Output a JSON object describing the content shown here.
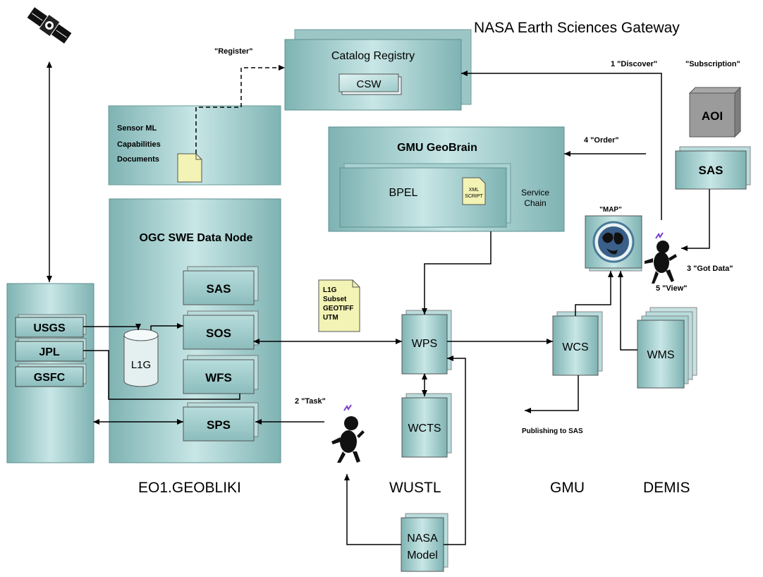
{
  "groups": {
    "nasa_gateway": "NASA Earth Sciences Gateway",
    "eo1": "EO1.GEOBLIKI",
    "wustl": "WUSTL",
    "gmu": "GMU",
    "demis": "DEMIS"
  },
  "catalog": {
    "title": "Catalog Registry",
    "csw": "CSW"
  },
  "sensorml": {
    "line1": "Sensor ML",
    "line2": "Capabilities",
    "line3": "Documents"
  },
  "geobrain": {
    "title": "GMU GeoBrain",
    "bpel": "BPEL",
    "xml_line1": "XML",
    "xml_line2": "SCRIPT",
    "chain_line1": "Service",
    "chain_line2": "Chain"
  },
  "ogc": {
    "title": "OGC SWE Data Node",
    "sas": "SAS",
    "sos": "SOS",
    "wfs": "WFS",
    "sps": "SPS",
    "l1g": "L1G"
  },
  "sources": {
    "usgs": "USGS",
    "jpl": "JPL",
    "gsfc": "GSFC"
  },
  "l1g_doc": {
    "line1": "L1G",
    "line2": "Subset",
    "line3": "GEOTIFF",
    "line4": "UTM"
  },
  "services": {
    "wps": "WPS",
    "wcts": "WCTS",
    "nasa_model_line1": "NASA",
    "nasa_model_line2": "Model",
    "wcs": "WCS",
    "wms": "WMS",
    "aoi": "AOI",
    "sas_right": "SAS",
    "map_label": "\"MAP\""
  },
  "labels": {
    "register": "\"Register\"",
    "discover": "1 \"Discover\"",
    "subscription": "\"Subscription\"",
    "order": "4 \"Order\"",
    "got_data": "3 \"Got Data\"",
    "view": "5 \"View\"",
    "task": "2 \"Task\"",
    "publishing": "Publishing to SAS"
  },
  "colors": {
    "teal_box": "#9ccaca",
    "teal_dark": "#6b9c9c",
    "shadow": "#8a8a8a",
    "doc_yellow": "#f2f3b4",
    "line": "#000000"
  }
}
